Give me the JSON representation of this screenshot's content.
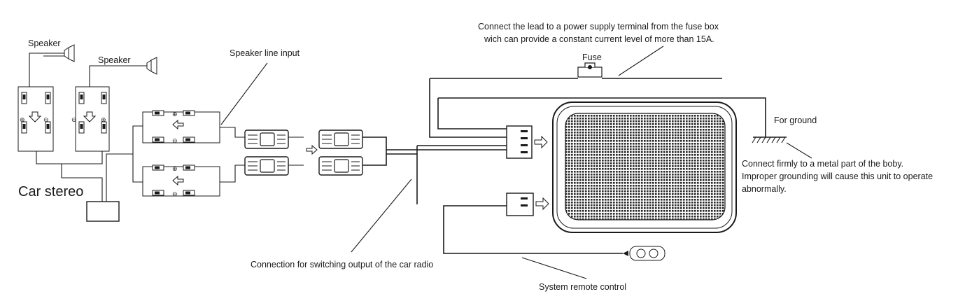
{
  "labels": {
    "speaker_left": "Speaker",
    "speaker_right": "Speaker",
    "car_stereo": "Car stereo",
    "speaker_line_input": "Speaker line input",
    "power_note_line1": "Connect the lead to a power supply terminal from the fuse box",
    "power_note_line2": "wich can provide a constant current level of more than 15A.",
    "fuse": "Fuse",
    "for_ground": "For ground",
    "ground_note_line1": "Connect firmly to a metal part of the boby.",
    "ground_note_line2": "Improper grounding will cause this unit to operate",
    "ground_note_line3": "abnormally.",
    "switching_output": "Connection for switching output of the car radio",
    "remote_control": "System remote control"
  },
  "polarity": {
    "plus": "⊕",
    "minus": "⊖"
  },
  "icons": [
    "speaker-icon",
    "fuse-icon",
    "ground-icon",
    "arrow-right-icon",
    "arrow-down-icon",
    "remote-icon",
    "subwoofer-grille"
  ],
  "colors": {
    "line": "#1a1a1a",
    "background": "#ffffff",
    "grille": "#2a2a2a"
  }
}
